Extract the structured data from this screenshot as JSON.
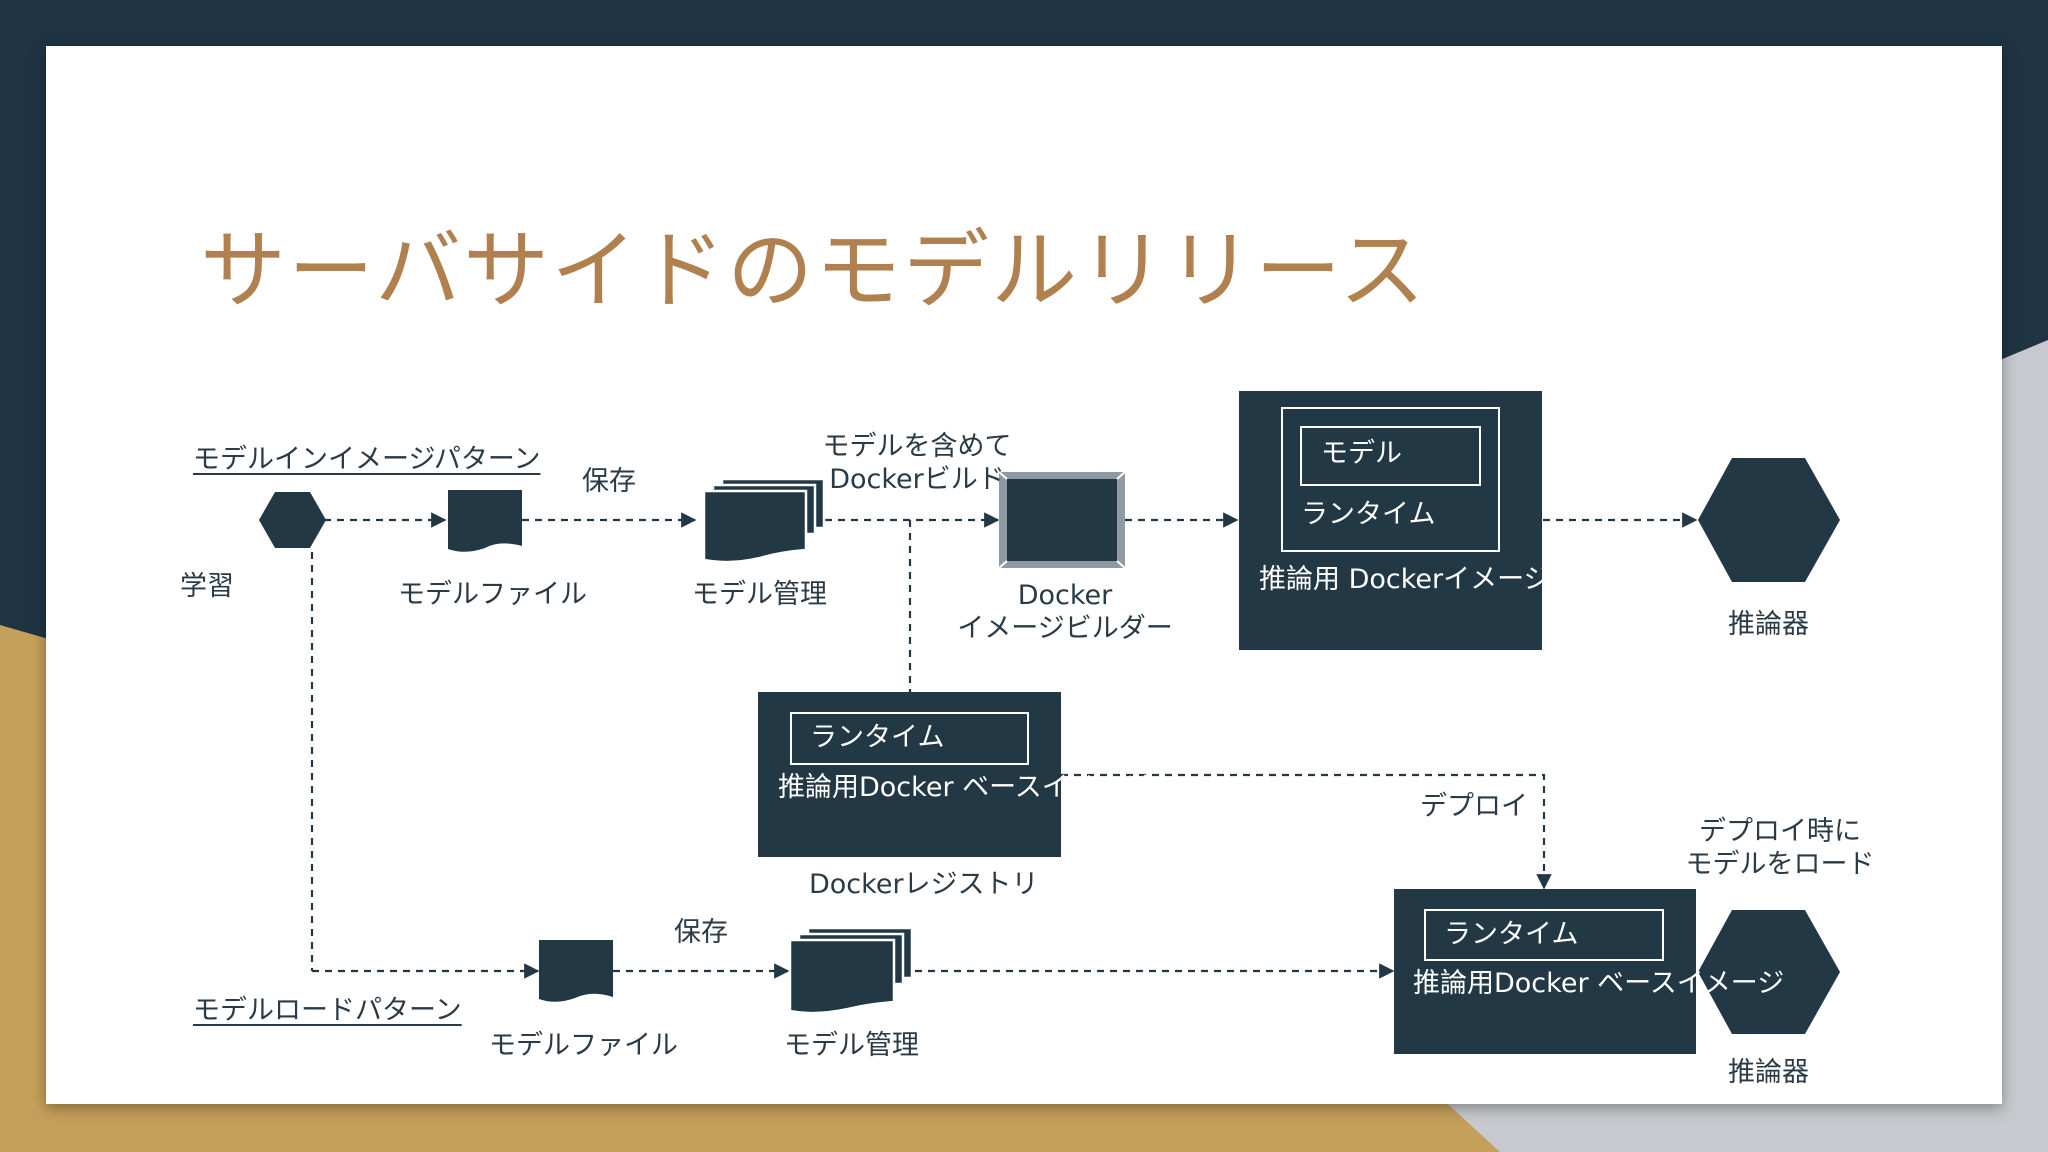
{
  "title": "サーバサイドのモデルリリース",
  "colors": {
    "accent": "#b0804f",
    "dark": "#233845",
    "gold": "#c5a05a",
    "background": "#1f3443"
  },
  "patterns": {
    "model_in_image": "モデルインイメージパターン",
    "model_load": "モデルロードパターン"
  },
  "top_flow": {
    "learning": "学習",
    "model_file": "モデルファイル",
    "save": "保存",
    "model_management": "モデル管理",
    "build_note": "モデルを含めて\nDockerビルド",
    "builder": "Docker\nイメージビルダー",
    "image_box": {
      "model": "モデル",
      "runtime": "ランタイム",
      "label": "推論用\nDockerイメージ"
    },
    "inference": "推論器"
  },
  "registry": {
    "runtime": "ランタイム",
    "label": "推論用Docker\nベースイメージ",
    "caption": "Dockerレジストリ"
  },
  "deploy": "デプロイ",
  "bottom_flow": {
    "save": "保存",
    "model_file": "モデルファイル",
    "model_management": "モデル管理",
    "load_note": "デプロイ時に\nモデルをロード",
    "base_box": {
      "runtime": "ランタイム",
      "label": "推論用Docker\nベースイメージ"
    },
    "inference": "推論器"
  }
}
